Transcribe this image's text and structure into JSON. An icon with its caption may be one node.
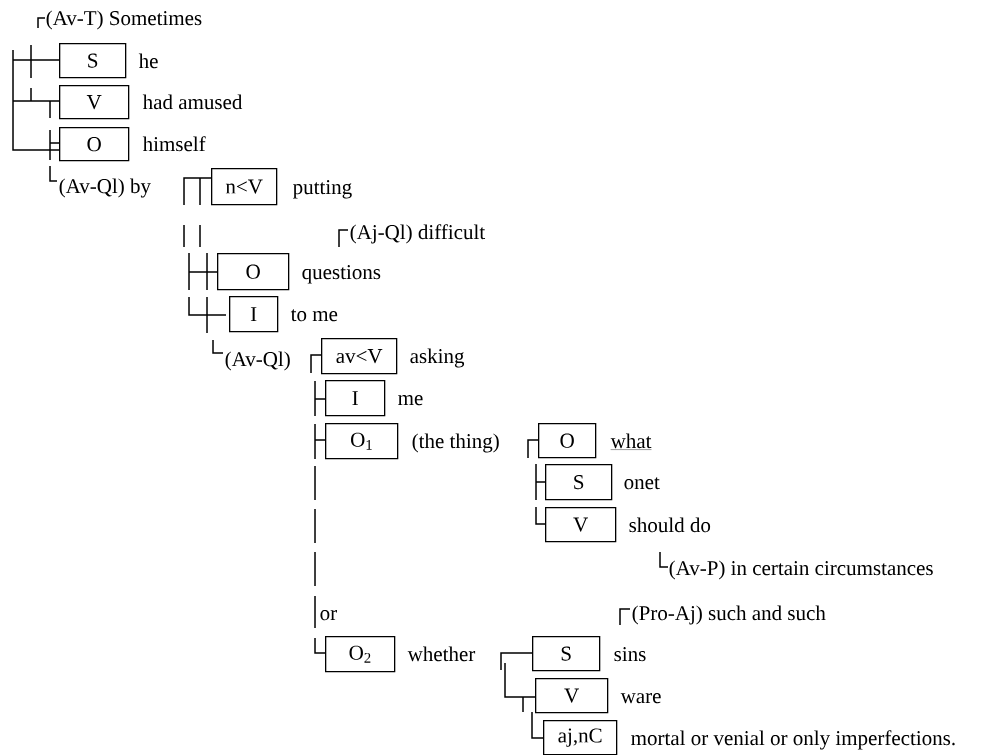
{
  "diagram": {
    "nodes": [
      {
        "text": [
          "S"
        ],
        "beside": [
          "he"
        ]
      },
      {
        "text": [
          "V"
        ],
        "beside": [
          "had amused"
        ]
      },
      {
        "text": [
          "O"
        ],
        "beside": [
          "himself"
        ]
      },
      {
        "text": [
          "n<V"
        ],
        "beside": [
          "putting"
        ]
      },
      {
        "text": [
          "O"
        ],
        "beside": [
          "questions"
        ]
      },
      {
        "text": [
          "I"
        ],
        "beside": [
          "to me"
        ]
      },
      {
        "text": [
          "av<V"
        ],
        "beside": [
          "asking"
        ]
      },
      {
        "text": [
          "I"
        ],
        "beside": [
          "me"
        ]
      },
      {
        "text": [
          "O$_{1}$"
        ],
        "beside": [
          "(the thing)"
        ]
      },
      {
        "text": [
          "O"
        ],
        "beside": [
          "what"
        ]
      },
      {
        "text": [
          "S"
        ],
        "beside": [
          "onet"
        ]
      },
      {
        "text": [
          "V"
        ],
        "beside": [
          "should do"
        ]
      },
      {
        "text": [
          "O$_{2}$"
        ],
        "beside": [
          "whether"
        ]
      },
      {
        "text": [
          "S"
        ],
        "beside": [
          "sins"
        ]
      },
      {
        "text": [
          "V"
        ],
        "beside": [
          "ware"
        ]
      },
      {
        "text": [
          "aj,nC"
        ],
        "beside": [
          "mortal or venial or only imperfections."
        ]
      }
    ],
    "labels": [
      "(Av-T) Sometimes",
      "(Av-Ql) by",
      "(Aj-Ql) difficult",
      "(Av-Ql)",
      "(Av-P) in certain circumstances",
      "or",
      "(Pro-Aj) such and such"
    ]
  }
}
